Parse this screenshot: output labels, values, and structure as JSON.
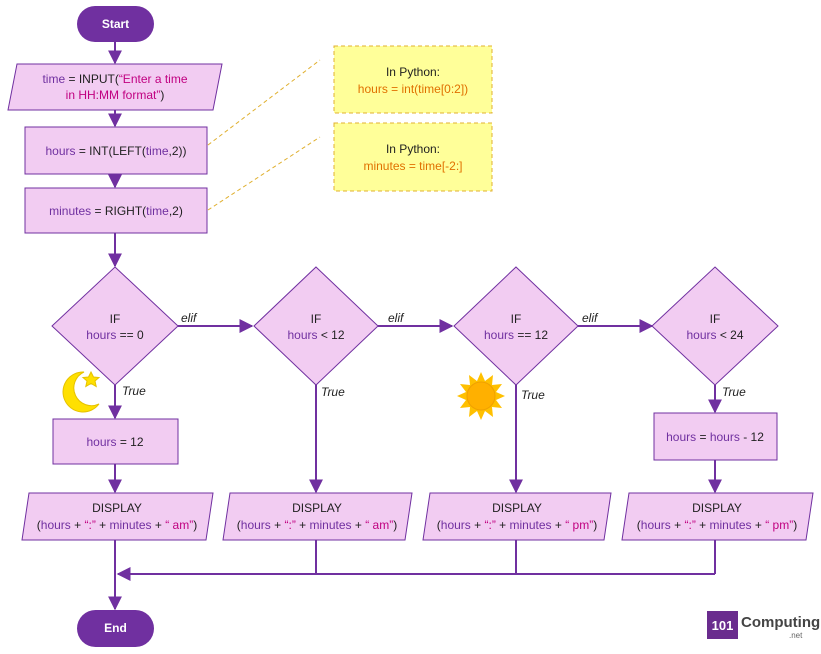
{
  "start": {
    "label": "Start"
  },
  "end": {
    "label": "End"
  },
  "input_step": {
    "l1_var": "time",
    "l1_op": " = INPUT(",
    "l1_str": "“Enter a time",
    "l2_str": "in HH:MM format”",
    "l2_close": ")"
  },
  "hours_step": {
    "var": "hours",
    "op": " = INT(LEFT(",
    "arg": "time",
    "close": ",2))"
  },
  "minutes_step": {
    "var": "minutes",
    "op": " = RIGHT(",
    "arg": "time",
    "close": ",2)"
  },
  "notes": [
    {
      "title": "In Python:",
      "code": "hours = int(time[0:2])"
    },
    {
      "title": "In Python:",
      "code": "minutes = time[-2:]"
    }
  ],
  "decisions": [
    {
      "kw": "IF",
      "var": "hours",
      "cond": " == 0",
      "true_label": "True",
      "next_label": "elif"
    },
    {
      "kw": "IF",
      "var": "hours",
      "cond": " < 12",
      "true_label": "True",
      "next_label": "elif"
    },
    {
      "kw": "IF",
      "var": "hours",
      "cond": " == 12",
      "true_label": "True",
      "next_label": "elif"
    },
    {
      "kw": "IF",
      "var": "hours",
      "cond": " < 24",
      "true_label": "True"
    }
  ],
  "assign_12": {
    "var": "hours",
    "op": " = 12"
  },
  "assign_minus": {
    "var1": "hours",
    "op": " = ",
    "var2": "hours",
    "rest": " - 12"
  },
  "displays": [
    {
      "kw": "DISPLAY",
      "open": "(",
      "v1": "hours",
      "p1": " + ",
      "colon": "“:”",
      "p2": " + ",
      "v2": "minutes",
      "p3": " + ",
      "suffix": "“ am”",
      "close": ")"
    },
    {
      "kw": "DISPLAY",
      "open": "(",
      "v1": "hours",
      "p1": " + ",
      "colon": "“:”",
      "p2": " + ",
      "v2": "minutes",
      "p3": " + ",
      "suffix": "“ am”",
      "close": ")"
    },
    {
      "kw": "DISPLAY",
      "open": "(",
      "v1": "hours",
      "p1": " + ",
      "colon": "“:”",
      "p2": " + ",
      "v2": "minutes",
      "p3": " + ",
      "suffix": "“ pm”",
      "close": ")"
    },
    {
      "kw": "DISPLAY",
      "open": "(",
      "v1": "hours",
      "p1": " + ",
      "colon": "“:”",
      "p2": " + ",
      "v2": "minutes",
      "p3": " + ",
      "suffix": "“ pm”",
      "close": ")"
    }
  ],
  "logo": {
    "number": "101",
    "word": "Computing",
    "tld": ".net"
  },
  "icons": [
    "moon-star-icon",
    "sun-icon"
  ],
  "colors": {
    "terminal": "#7030a0",
    "box_fill": "#f2ccf2",
    "box_stroke": "#7030a0",
    "connector": "#7030a0",
    "note_fill": "#ffff99",
    "note_stroke": "#e0b030",
    "python_code": "#e07000"
  }
}
